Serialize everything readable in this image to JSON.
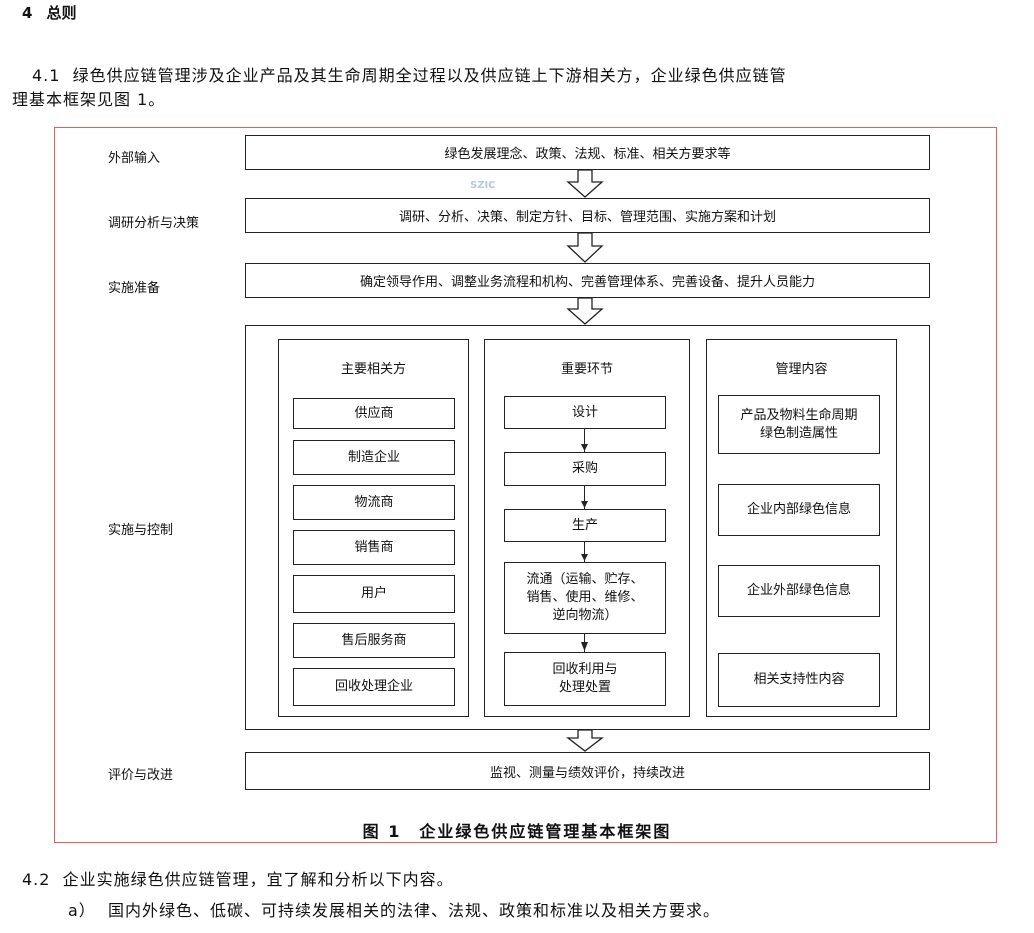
{
  "section": {
    "number": "4",
    "title": "总则"
  },
  "para_4_1": {
    "number": "4.1",
    "line1": "绿色供应链管理涉及企业产品及其生命周期全过程以及供应链上下游相关方，企业绿色供应链管",
    "line2": "理基本框架见图 1。"
  },
  "diagram": {
    "watermark": "SZIC",
    "rows": {
      "external_input": {
        "label": "外部输入",
        "content": "绿色发展理念、政策、法规、标准、相关方要求等"
      },
      "research": {
        "label": "调研分析与决策",
        "content": "调研、分析、决策、制定方针、目标、管理范围、实施方案和计划"
      },
      "preparation": {
        "label": "实施准备",
        "content": "确定领导作用、调整业务流程和机构、完善管理体系、完善设备、提升人员能力"
      },
      "implementation": {
        "label": "实施与控制"
      },
      "evaluation": {
        "label": "评价与改进",
        "content": "监视、测量与绩效评价，持续改进"
      }
    },
    "columns": {
      "stakeholders": {
        "title": "主要相关方",
        "items": [
          "供应商",
          "制造企业",
          "物流商",
          "销售商",
          "用户",
          "售后服务商",
          "回收处理企业"
        ]
      },
      "links": {
        "title": "重要环节",
        "items": [
          [
            "设计"
          ],
          [
            "采购"
          ],
          [
            "生产"
          ],
          [
            "流通（运输、贮存、",
            "销售、使用、维修、",
            "逆向物流）"
          ],
          [
            "回收利用与",
            "处理处置"
          ]
        ]
      },
      "content": {
        "title": "管理内容",
        "items": [
          [
            "产品及物料生命周期",
            "绿色制造属性"
          ],
          [
            "企业内部绿色信息"
          ],
          [
            "企业外部绿色信息"
          ],
          [
            "相关支持性内容"
          ]
        ]
      }
    },
    "caption": "图 1　企业绿色供应链管理基本框架图"
  },
  "para_4_2": {
    "number": "4.2",
    "text": "企业实施绿色供应链管理，宜了解和分析以下内容。",
    "item_a_marker": "a）",
    "item_a_text": "国内外绿色、低碳、可持续发展相关的法律、法规、政策和标准以及相关方要求。"
  }
}
